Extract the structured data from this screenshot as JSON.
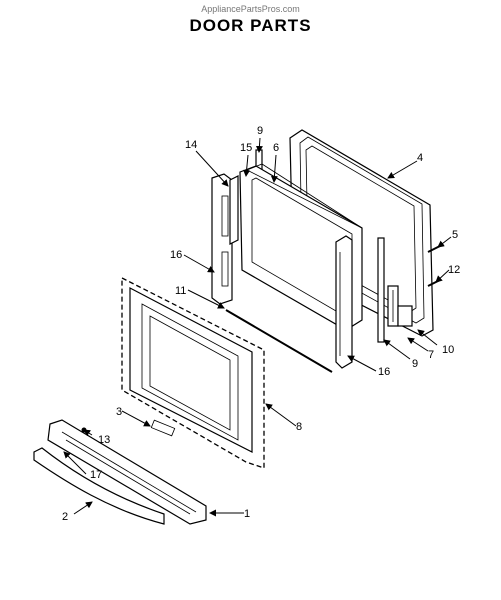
{
  "watermark": "AppliancePartsPros.com",
  "title": "DOOR PARTS",
  "callouts": [
    "1",
    "2",
    "3",
    "4",
    "5",
    "6",
    "7",
    "8",
    "9",
    "9",
    "10",
    "11",
    "12",
    "13",
    "14",
    "15",
    "16",
    "16",
    "17"
  ]
}
